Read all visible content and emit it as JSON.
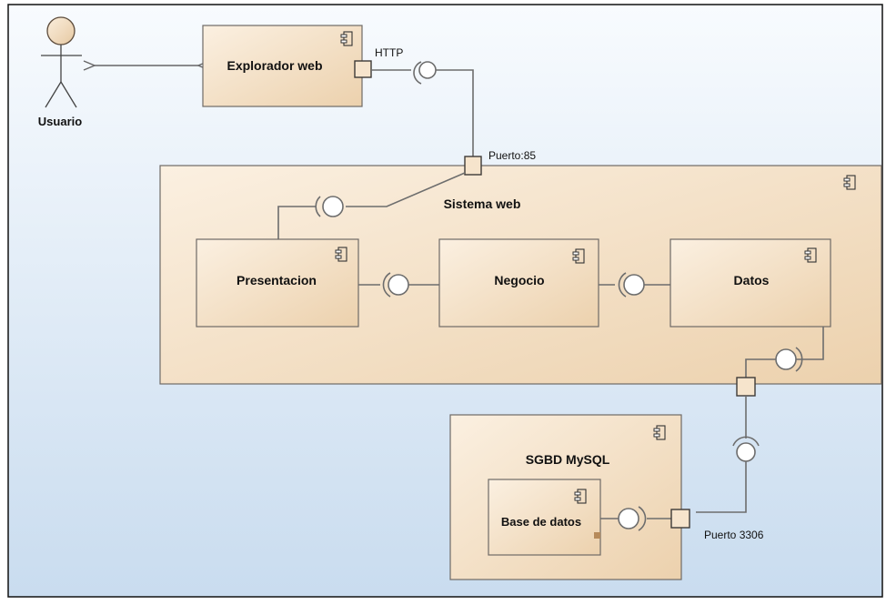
{
  "actor": {
    "label": "Usuario"
  },
  "components": {
    "explorador": {
      "label": "Explorador web"
    },
    "sistema": {
      "label": "Sistema web"
    },
    "presentacion": {
      "label": "Presentacion"
    },
    "negocio": {
      "label": "Negocio"
    },
    "datos": {
      "label": "Datos"
    },
    "sgbd": {
      "label": "SGBD MySQL"
    },
    "base": {
      "label": "Base de datos"
    }
  },
  "ports": {
    "http": {
      "label": "HTTP"
    },
    "puerto85": {
      "label": "Puerto:85"
    },
    "puerto3306": {
      "label": "Puerto 3306"
    }
  },
  "colors": {
    "canvas_top": "#f8fbfe",
    "canvas_bottom": "#c9dcef",
    "component_fill": "#f7e6d0",
    "component_fill_dark": "#ecd1ad",
    "actor_fill": "#f3dcc1"
  }
}
